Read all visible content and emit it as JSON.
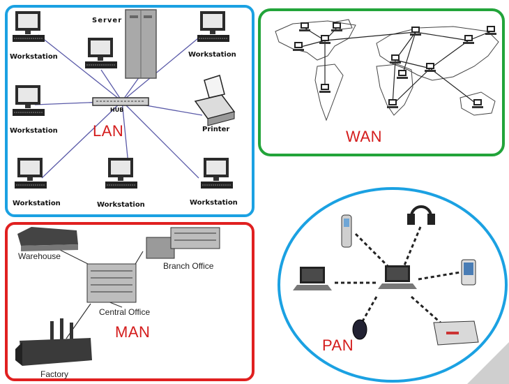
{
  "lan": {
    "title": "LAN",
    "server": "Server",
    "hub": "HUB",
    "printer": "Printer",
    "workstations": [
      "Workstation",
      "Workstation",
      "Workstation",
      "Workstation",
      "Workstation",
      "Workstation"
    ]
  },
  "wan": {
    "title": "WAN"
  },
  "man": {
    "title": "MAN",
    "warehouse": "Warehouse",
    "branch_office": "Branch Office",
    "central_office": "Central Office",
    "factory": "Factory"
  },
  "pan": {
    "title": "PAN"
  },
  "colors": {
    "lan": "#1ba1e2",
    "wan": "#22a43a",
    "man": "#e02020",
    "pan": "#1ba1e2",
    "title": "#d41c1c"
  }
}
